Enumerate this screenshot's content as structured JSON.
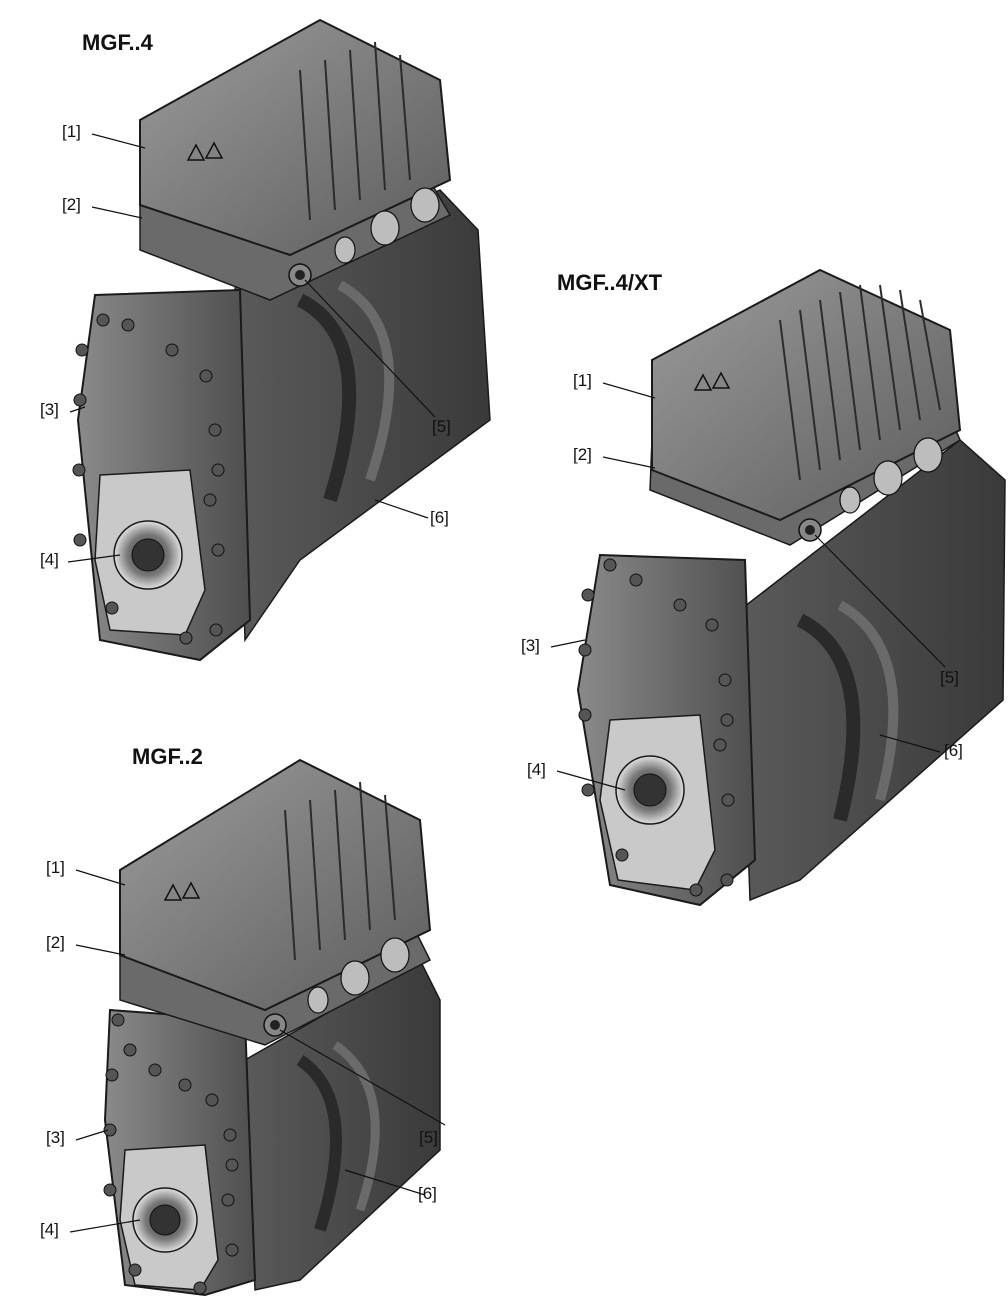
{
  "figures": [
    {
      "title": "MGF..4",
      "callouts": [
        "[1]",
        "[2]",
        "[3]",
        "[4]",
        "[5]",
        "[6]"
      ]
    },
    {
      "title": "MGF..4/XT",
      "callouts": [
        "[1]",
        "[2]",
        "[3]",
        "[4]",
        "[5]",
        "[6]"
      ]
    },
    {
      "title": "MGF..2",
      "callouts": [
        "[1]",
        "[2]",
        "[3]",
        "[4]",
        "[5]",
        "[6]"
      ]
    }
  ],
  "colors": {
    "body_dark": "#4a4a4a",
    "body_mid": "#6e6e6e",
    "body_light": "#9a9a9a",
    "flange": "#c9c9c9",
    "outline": "#1a1a1a"
  }
}
